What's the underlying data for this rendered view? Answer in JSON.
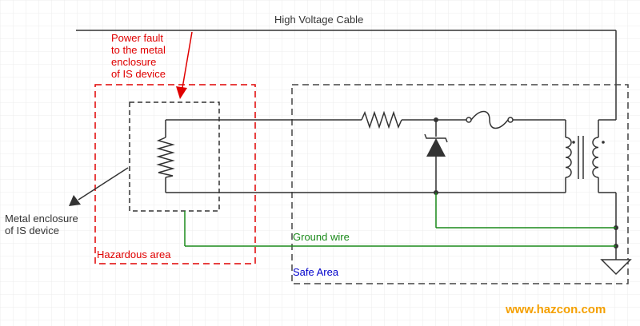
{
  "labels": {
    "cable": "High Voltage Cable",
    "fault": "Power fault\nto the metal\nenclosure\nof IS device",
    "enclosure": "Metal enclosure\nof IS device",
    "hazardous": "Hazardous area",
    "ground": "Ground wire",
    "safe": "Safe Area",
    "website": "www.hazcon.com"
  },
  "colors": {
    "wire": "#333333",
    "hazardous": "#e00000",
    "ground": "#1a8a1a",
    "safe": "#0000cc",
    "boundary": "#444444",
    "website": "#f5a000",
    "grid": "#ececec"
  },
  "components": [
    "resistor-icon",
    "zener-diode-icon",
    "fuse-icon",
    "transformer-icon",
    "ground-symbol-icon",
    "arrow-icon"
  ]
}
